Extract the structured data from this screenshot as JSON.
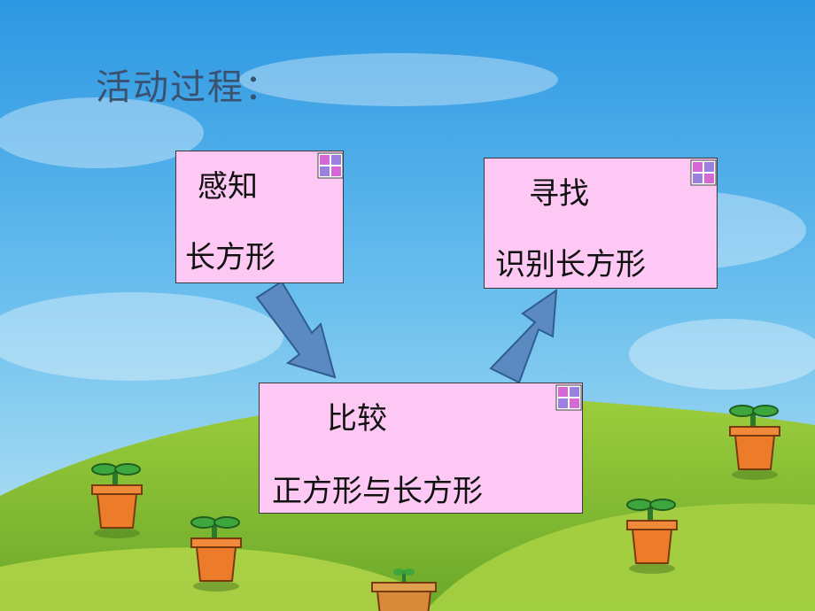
{
  "title": "活动过程：",
  "boxes": {
    "perceive": {
      "line1": "感知",
      "line2": "长方形"
    },
    "find": {
      "line1": "寻找",
      "line2": "识别长方形"
    },
    "compare": {
      "line1": "比较",
      "line2": "正方形与长方形"
    }
  },
  "colors": {
    "box_fill": "#fdc8f4",
    "arrow": "#5b8ac2",
    "sky": "#3aa2e6",
    "grass": "#8cc43c"
  },
  "icons": {
    "corner": "plus-grid-icon",
    "plant": "potted-seedling-icon"
  }
}
